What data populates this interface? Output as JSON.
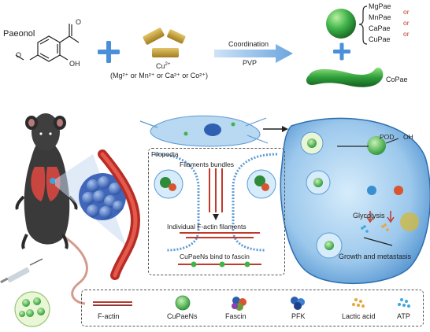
{
  "molecule": {
    "name": "Paeonol",
    "ring_atoms": [
      "O",
      "OH"
    ]
  },
  "metal": {
    "ion": "Cu",
    "charge": "2+",
    "alternatives": "(Mg²⁺ or Mn²⁺ or Ca²⁺ or Co²⁺)"
  },
  "arrow": {
    "top": "Coordination",
    "bottom": "PVP"
  },
  "products": {
    "list": [
      "MgPae",
      "MnPae",
      "CaPae",
      "CuPae"
    ],
    "connector": "or",
    "rod_label": "CoPae"
  },
  "filopodia": {
    "filopodia": "Filopodia",
    "bundles": "Filaments bundles",
    "individual": "Individual F-actin filaments",
    "bind": "CuPaeNs  bind  to fascin"
  },
  "cell": {
    "pod": "POD",
    "oh": "OH",
    "glycolysis": "Glycolysis",
    "growth": "Growth and metastasis"
  },
  "legend": [
    {
      "label": "F-actin",
      "icon": "f-actin-icon"
    },
    {
      "label": "CuPaeNs",
      "icon": "cupaens-icon"
    },
    {
      "label": "Fascin",
      "icon": "fascin-icon"
    },
    {
      "label": "PFK",
      "icon": "pfk-icon"
    },
    {
      "label": "Lactic acid",
      "icon": "lactic-acid-icon"
    },
    {
      "label": "ATP",
      "icon": "atp-icon"
    }
  ],
  "colors": {
    "plus": "#4a90d9",
    "sphere": "#3fb34a",
    "rod": "#2e9e3a",
    "bar": "#c9a23b",
    "cell": "#7fb7e6",
    "nucleus": "#2f5fb0",
    "tumor": "#3f66b8",
    "vessel": "#c0392b"
  }
}
